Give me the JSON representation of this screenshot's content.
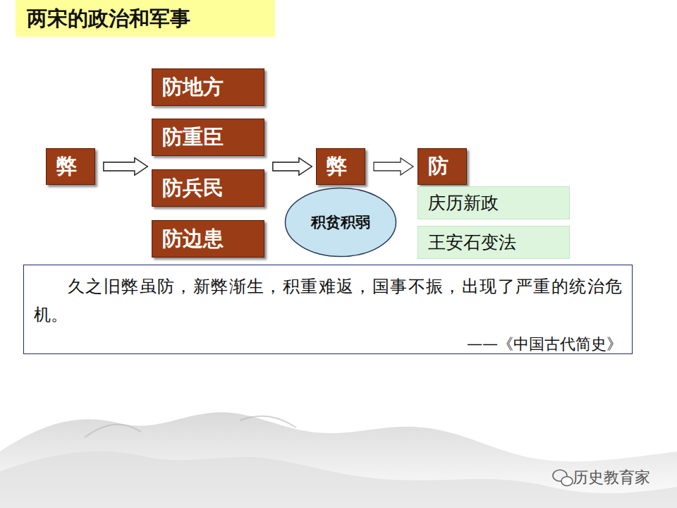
{
  "diagram": {
    "title": "两宋的政治和军事",
    "nodes": [
      {
        "text": [
          "弊"
        ]
      },
      {
        "text": [
          "防地方"
        ]
      },
      {
        "text": [
          "防重臣"
        ]
      },
      {
        "text": [
          "防兵民"
        ]
      },
      {
        "text": [
          "防边患"
        ]
      },
      {
        "text": [
          "弊"
        ]
      },
      {
        "text": [
          "防"
        ]
      },
      {
        "text": [
          "积贫积弱"
        ]
      },
      {
        "text": [
          "庆历新政"
        ]
      },
      {
        "text": [
          "王安石变法"
        ]
      },
      {
        "text": [
          "久之旧弊虽防，新弊渐生，积重难返，国事不振，出现了严重的统治危机。",
          "——《中国古代简史》"
        ]
      }
    ],
    "edges": [
      {
        "from": 0,
        "to": 1,
        "arrow": "to"
      },
      {
        "from": 0,
        "to": 2,
        "arrow": "to"
      },
      {
        "from": 0,
        "to": 3,
        "arrow": "to"
      },
      {
        "from": 0,
        "to": 4,
        "arrow": "to"
      },
      {
        "from": 1,
        "to": 5,
        "arrow": "to"
      },
      {
        "from": 2,
        "to": 5,
        "arrow": "to"
      },
      {
        "from": 3,
        "to": 5,
        "arrow": "to"
      },
      {
        "from": 4,
        "to": 5,
        "arrow": "to"
      },
      {
        "from": 5,
        "to": 6,
        "arrow": "to"
      }
    ],
    "labels": [
      "历史教育家"
    ]
  }
}
